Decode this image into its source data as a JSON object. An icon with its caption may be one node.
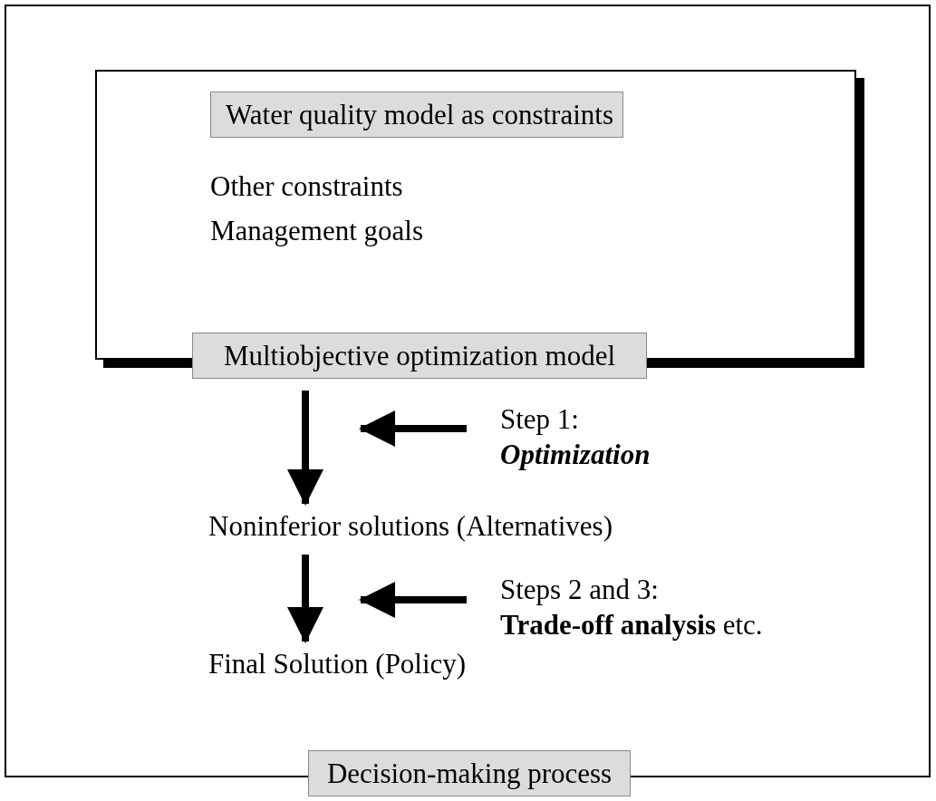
{
  "diagram": {
    "nodes": [
      {
        "text": [],
        "shape": "box"
      },
      {
        "text": [
          "Other constraints",
          "Management goals"
        ],
        "in": 0
      },
      {
        "text": [
          "Water quality model as constraints"
        ],
        "in": 1
      },
      {
        "text": [
          "Multiobjective optimization model"
        ],
        "in": 0
      },
      {
        "text": [
          "Step 1:",
          "Optimization"
        ],
        "in": 0
      },
      {
        "text": [
          "Noninferior solutions (Alternatives)"
        ],
        "in": 0
      },
      {
        "text": [
          "Steps 2 and 3:",
          "**Trade-off analysis** etc."
        ],
        "in": 0
      },
      {
        "text": [
          "Final Solution (Policy)"
        ],
        "in": 0
      },
      {
        "text": [
          "Decision-making process"
        ]
      }
    ],
    "edges": [
      {
        "from": 3,
        "to": 5,
        "arrow": "to"
      },
      {
        "from": 5,
        "to": 7,
        "arrow": "to"
      },
      {
        "from": 4,
        "to": null,
        "arrow": "to"
      },
      {
        "from": 6,
        "to": null,
        "arrow": "to"
      }
    ]
  }
}
